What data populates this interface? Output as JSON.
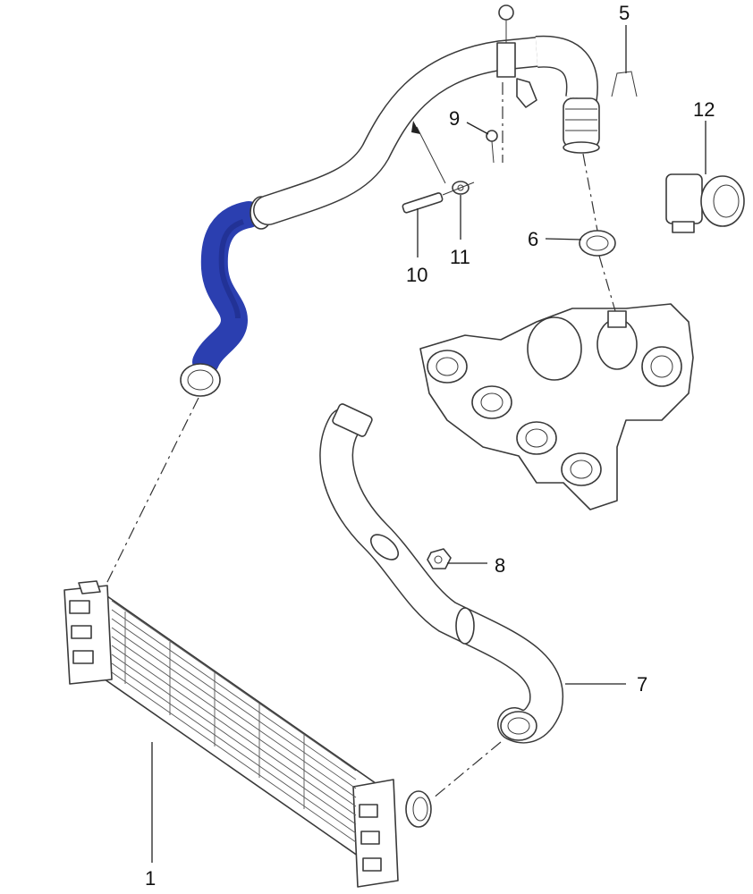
{
  "callouts": [
    {
      "id": "1",
      "label": "1"
    },
    {
      "id": "5",
      "label": "5"
    },
    {
      "id": "6",
      "label": "6"
    },
    {
      "id": "7",
      "label": "7"
    },
    {
      "id": "8",
      "label": "8"
    },
    {
      "id": "9",
      "label": "9"
    },
    {
      "id": "10",
      "label": "10"
    },
    {
      "id": "11",
      "label": "11"
    },
    {
      "id": "12",
      "label": "12"
    }
  ],
  "colors": {
    "highlight_hose": "#2b3fb0",
    "highlight_hose_shade": "#1c2a86",
    "line": "#3a3a3a"
  }
}
